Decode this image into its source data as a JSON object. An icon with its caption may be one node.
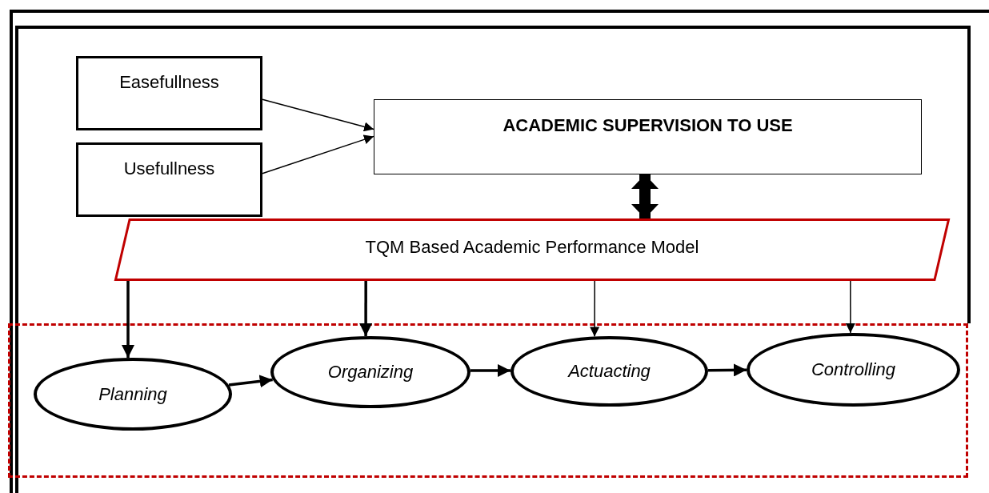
{
  "diagram": {
    "nodes": [
      {
        "text": [
          "Easefullness"
        ]
      },
      {
        "text": [
          "Usefullness"
        ]
      },
      {
        "text": [
          "ACADEMIC SUPERVISION TO USE"
        ]
      },
      {
        "text": [
          "TQM Based Academic Performance Model"
        ]
      },
      {
        "text": [],
        "shape": "box"
      },
      {
        "text": [
          "Planning"
        ],
        "in": 4
      },
      {
        "text": [
          "Organizing"
        ],
        "in": 4
      },
      {
        "text": [
          "Actuacting"
        ],
        "in": 4
      },
      {
        "text": [
          "Controlling"
        ],
        "in": 4
      }
    ],
    "edges": [
      {
        "from": 0,
        "to": 2,
        "arrow": "to"
      },
      {
        "from": 1,
        "to": 2,
        "arrow": "to"
      },
      {
        "from": 2,
        "to": 3,
        "arrow": "both",
        "style": "thick"
      },
      {
        "from": 3,
        "to": 5,
        "arrow": "to"
      },
      {
        "from": 3,
        "to": 6,
        "arrow": "to"
      },
      {
        "from": 3,
        "to": 7,
        "arrow": "to"
      },
      {
        "from": 3,
        "to": 8,
        "arrow": "to"
      },
      {
        "from": 5,
        "to": 6,
        "arrow": "to"
      },
      {
        "from": 6,
        "to": 7,
        "arrow": "to"
      },
      {
        "from": 7,
        "to": 8,
        "arrow": "to"
      }
    ]
  }
}
